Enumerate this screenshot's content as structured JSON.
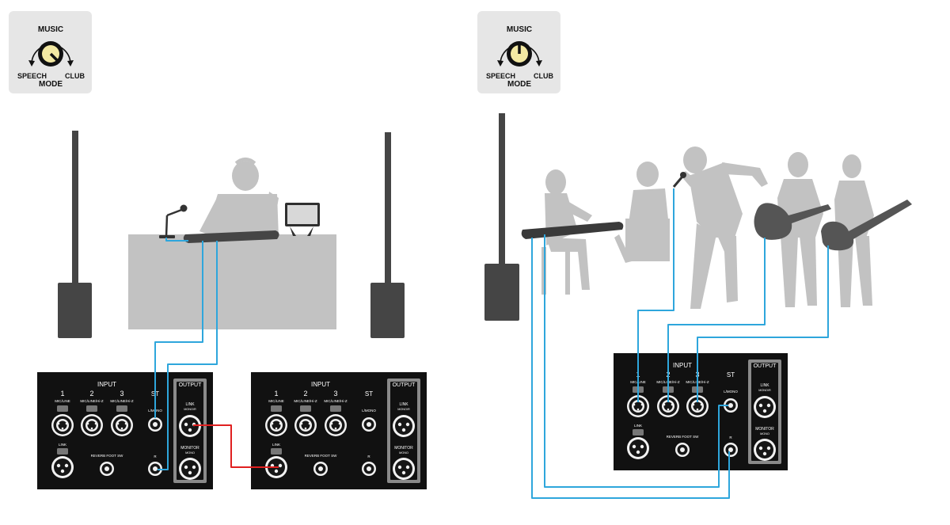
{
  "mode_badges": [
    {
      "top": "MUSIC",
      "left": "SPEECH",
      "right": "CLUB",
      "bottom": "MODE",
      "selected": "club"
    },
    {
      "top": "MUSIC",
      "left": "SPEECH",
      "right": "CLUB",
      "bottom": "MODE",
      "selected": "music"
    }
  ],
  "panels": [
    {
      "input_label": "INPUT",
      "ch1": "1",
      "ch2": "2",
      "ch3": "3",
      "ch1_sub": "MIC/LINE",
      "ch2_sub": "MIC/LINE/Hi-Z",
      "ch3_sub": "MIC/LINE/Hi-Z",
      "st": "ST",
      "lmono": "L/MONO",
      "r": "R",
      "output": "OUTPUT",
      "link_out": "LINK",
      "link_out_sub": "MONO/R",
      "monitor": "MONITOR",
      "monitor_sub": "MONO",
      "link_in": "LINK",
      "reverb": "REVERB FOOT SW"
    },
    {
      "input_label": "INPUT",
      "ch1": "1",
      "ch2": "2",
      "ch3": "3",
      "ch1_sub": "MIC/LINE",
      "ch2_sub": "MIC/LINE/Hi-Z",
      "ch3_sub": "MIC/LINE/Hi-Z",
      "st": "ST",
      "lmono": "L/MONO",
      "r": "R",
      "output": "OUTPUT",
      "link_out": "LINK",
      "link_out_sub": "MONO/R",
      "monitor": "MONITOR",
      "monitor_sub": "MONO",
      "link_in": "LINK",
      "reverb": "REVERB FOOT SW"
    },
    {
      "input_label": "INPUT",
      "ch1": "1",
      "ch2": "2",
      "ch3": "3",
      "ch1_sub": "MIC/LINE",
      "ch2_sub": "MIC/LINE/Hi-Z",
      "ch3_sub": "MIC/LINE/Hi-Z",
      "st": "ST",
      "lmono": "L/MONO",
      "r": "R",
      "output": "OUTPUT",
      "link_out": "LINK",
      "link_out_sub": "MONO/R",
      "monitor": "MONITOR",
      "monitor_sub": "MONO",
      "link_in": "LINK",
      "reverb": "REVERB FOOT SW"
    }
  ],
  "colors": {
    "cable_blue": "#2ea6dc",
    "cable_red": "#e02020",
    "speaker": "#454545",
    "silhouette": "#c2c2c2",
    "panel_bg": "#111111",
    "badge_bg": "#e6e6e6",
    "knob_yellow": "#f3e9a3"
  }
}
